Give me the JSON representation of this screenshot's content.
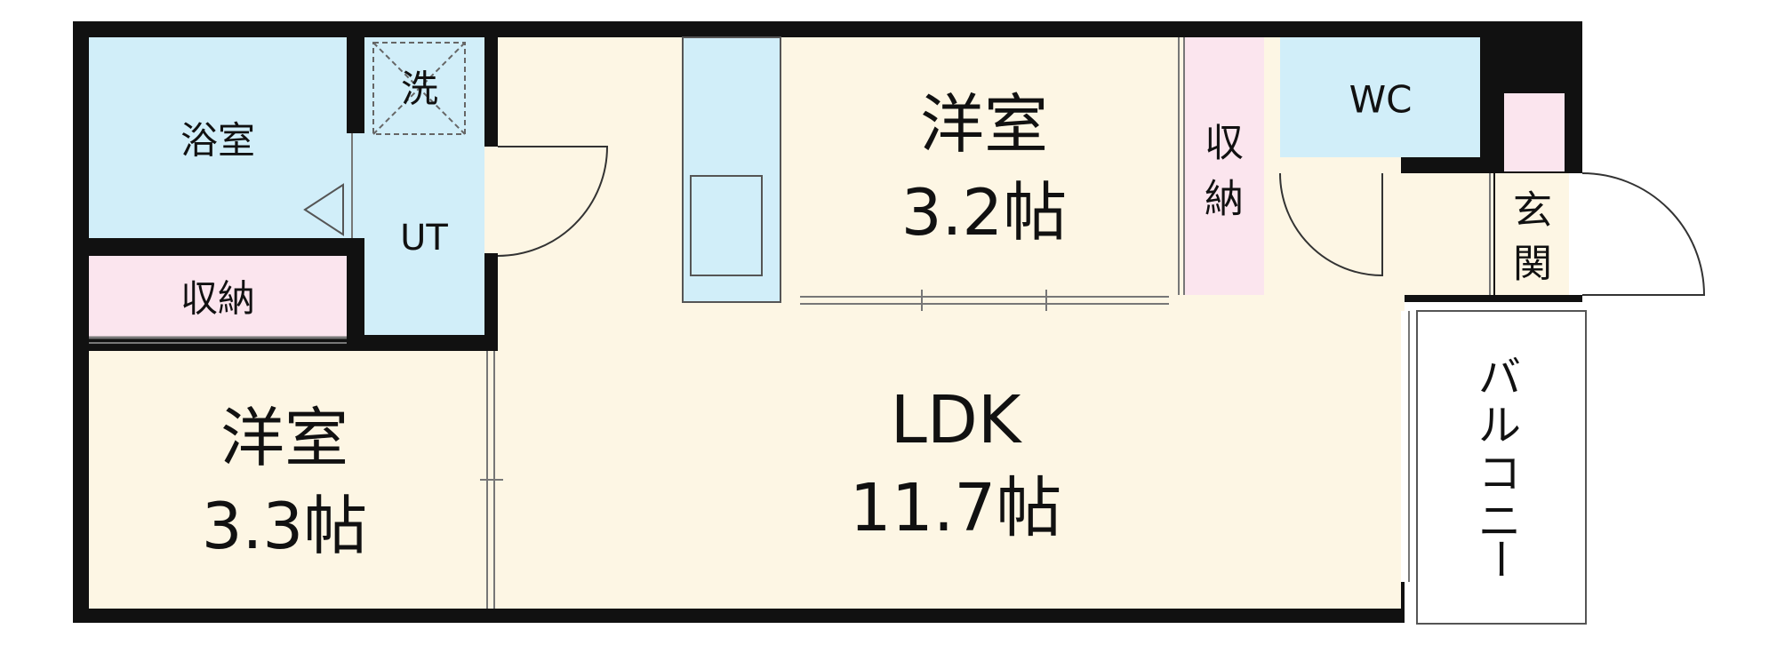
{
  "colors": {
    "wall": "#111111",
    "wet_area": "#d1eef9",
    "living": "#fdf6e4",
    "storage": "#fbe5ee",
    "entrance": "#fdf6e4",
    "balcony": "#ffffff"
  },
  "rooms": {
    "bath": {
      "label": "浴室"
    },
    "wash": {
      "label": "洗"
    },
    "ut": {
      "label": "UT"
    },
    "storage_left": {
      "label": "収納"
    },
    "western_a": {
      "name": "洋室",
      "size": "3.3帖"
    },
    "western_b": {
      "name": "洋室",
      "size": "3.2帖"
    },
    "ldk": {
      "name": "LDK",
      "size": "11.7帖"
    },
    "storage_mid": {
      "label_1": "収",
      "label_2": "納"
    },
    "wc": {
      "label": "WC"
    },
    "entrance": {
      "label_1": "玄",
      "label_2": "関"
    },
    "balcony": {
      "label_1": "バ",
      "label_2": "ル",
      "label_3": "コ",
      "label_4": "ニ",
      "label_5": "ー"
    }
  }
}
